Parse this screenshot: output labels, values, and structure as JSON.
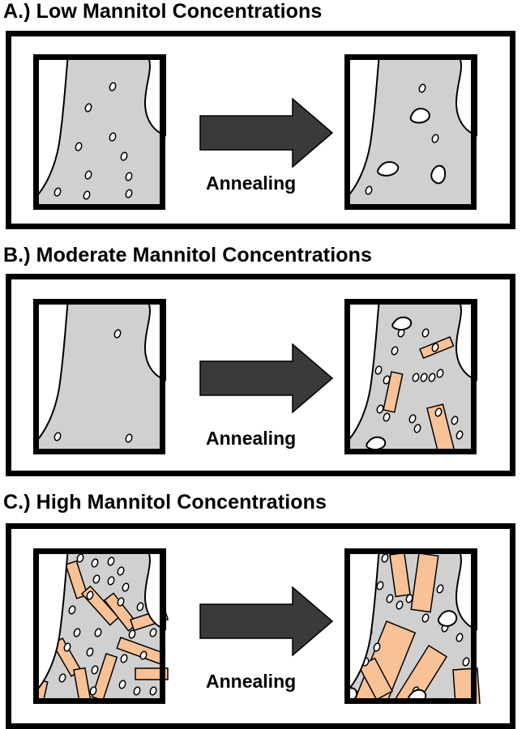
{
  "colors": {
    "matrix": "#d0d0d0",
    "crystal": "#f8c196",
    "arrow": "#3a3a3a",
    "border": "#000000"
  },
  "sections": [
    {
      "title": "A.) Low Mannitol Concentrations",
      "process_label": "Annealing",
      "before": {
        "pores": "few small",
        "crystals": 0
      },
      "after": {
        "pores": "few, some larger voids",
        "crystals": 0
      }
    },
    {
      "title": "B.) Moderate Mannitol Concentrations",
      "process_label": "Annealing",
      "before": {
        "pores": "very few small",
        "crystals": 0
      },
      "after": {
        "pores": "small and larger voids",
        "crystals": 3
      }
    },
    {
      "title": "C.) High Mannitol Concentrations",
      "process_label": "Annealing",
      "before": {
        "pores": "many small",
        "crystals": 10
      },
      "after": {
        "pores": "many small and larger voids",
        "crystals": 6
      }
    }
  ]
}
